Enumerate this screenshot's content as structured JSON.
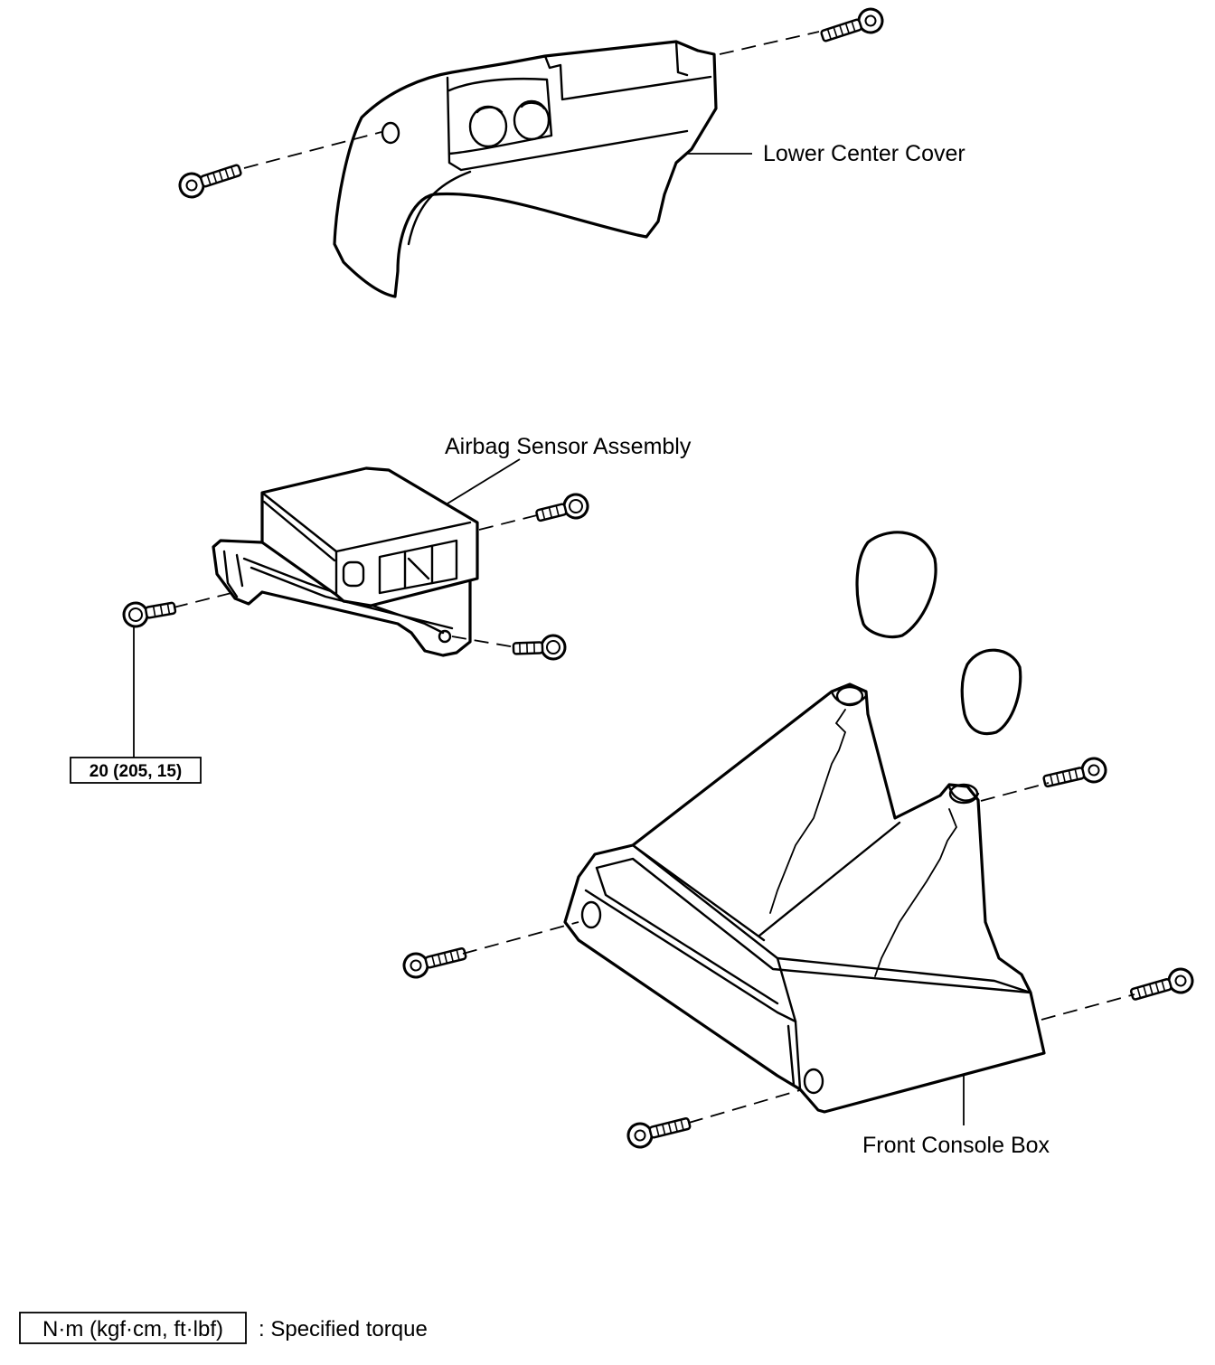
{
  "labels": {
    "lower_center_cover": "Lower Center Cover",
    "airbag_sensor_assembly": "Airbag Sensor Assembly",
    "front_console_box": "Front Console Box"
  },
  "torque_callout": "20 (205, 15)",
  "legend": {
    "unit_box": "N·m (kgf·cm, ft·lbf)",
    "description": ": Specified torque"
  }
}
